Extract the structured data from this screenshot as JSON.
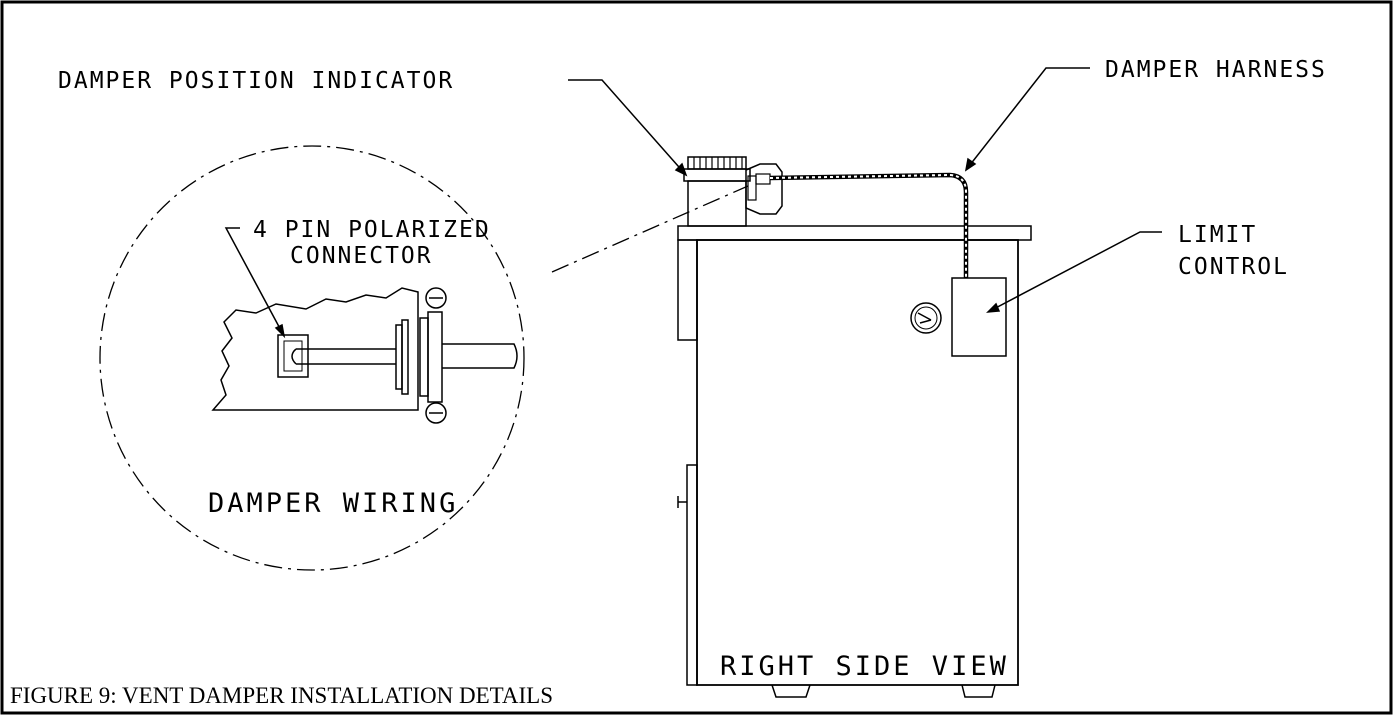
{
  "labels": {
    "damper_position_indicator": "DAMPER POSITION INDICATOR",
    "damper_harness": "DAMPER HARNESS",
    "connector_line1": "4 PIN POLARIZED",
    "connector_line2": "CONNECTOR",
    "limit_line1": "LIMIT",
    "limit_line2": "CONTROL",
    "damper_wiring": "DAMPER WIRING",
    "right_side_view": "RIGHT SIDE VIEW"
  },
  "caption": "FIGURE 9:  VENT DAMPER INSTALLATION DETAILS",
  "colors": {
    "line": "#000000",
    "background": "#ffffff"
  }
}
